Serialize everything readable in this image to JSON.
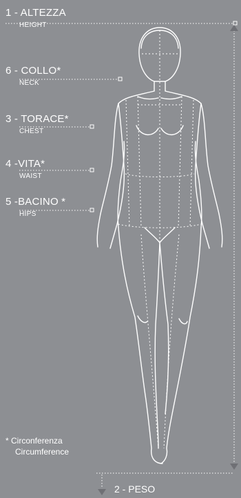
{
  "measurements": [
    {
      "id": "height",
      "label_it": "1 - ALTEZZA",
      "label_en": "HEIGHT"
    },
    {
      "id": "neck",
      "label_it": "6 - COLLO*",
      "label_en": "NECK"
    },
    {
      "id": "chest",
      "label_it": "3 - TORACE*",
      "label_en": "CHEST"
    },
    {
      "id": "waist",
      "label_it": "4 -VITA*",
      "label_en": "WAIST"
    },
    {
      "id": "hips",
      "label_it": "5 -BACINO *",
      "label_en": "HIPS"
    }
  ],
  "weight_label": "2 - PESO",
  "footnote": {
    "line1": "*  Circonferenza",
    "line2": "Circumference"
  },
  "colors": {
    "background": "#8d8f93",
    "line": "#ffffff",
    "guide": "#d9d9d9",
    "arrow": "#6f7075"
  },
  "icons": {
    "arrow_up": "triangle-up-icon",
    "arrow_down": "triangle-down-icon"
  }
}
